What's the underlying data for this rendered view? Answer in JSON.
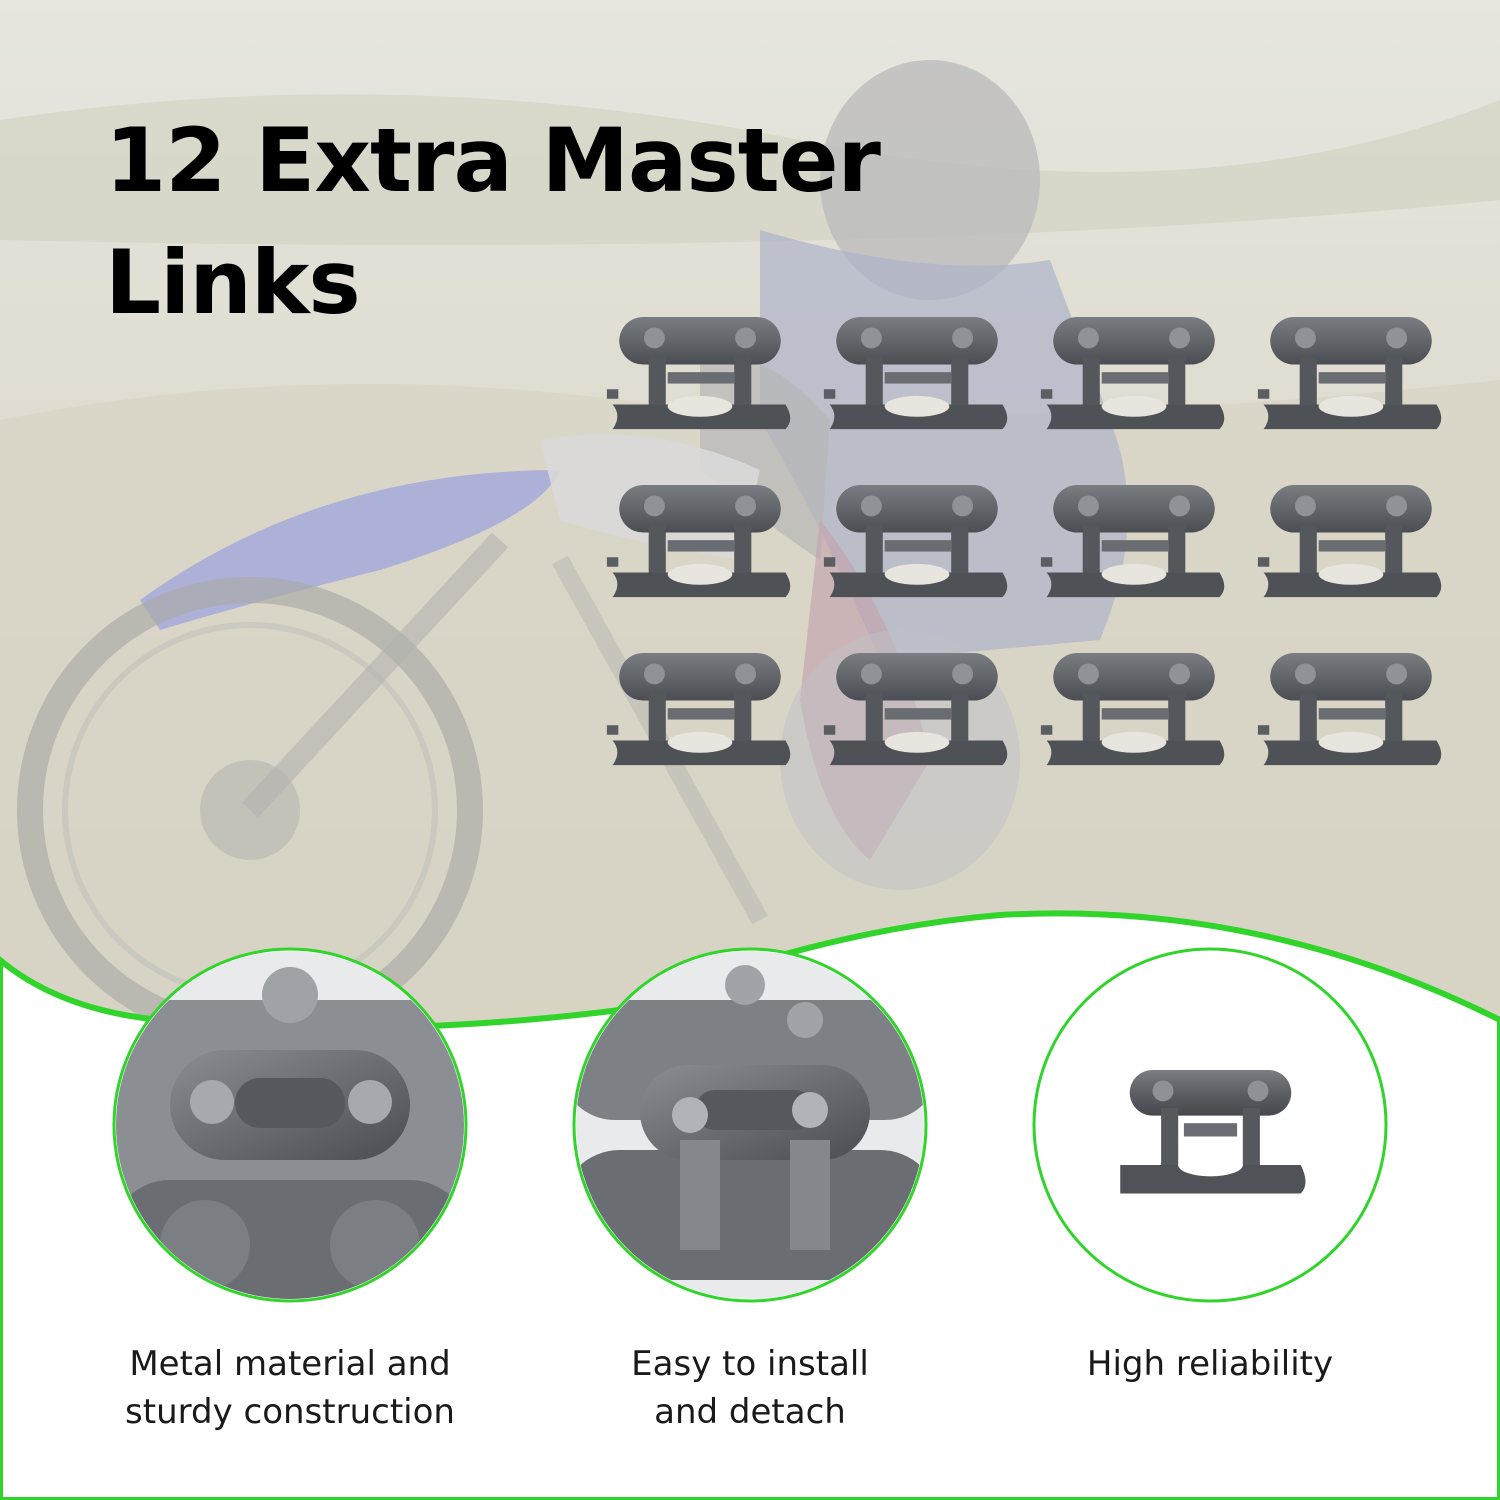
{
  "headline": {
    "line1": "12 Extra Master",
    "line2": "Links"
  },
  "master_links": {
    "count": 12,
    "rows": 3,
    "columns": 4,
    "icon": "master-link-icon"
  },
  "features": [
    {
      "label_line1": "Metal material and",
      "label_line2": "sturdy construction",
      "icon": "chain-closeup-icon"
    },
    {
      "label_line1": "Easy to install",
      "label_line2": "and detach",
      "icon": "chain-clip-closeup-icon"
    },
    {
      "label_line1": "High reliability",
      "label_line2": "",
      "icon": "master-link-icon"
    }
  ],
  "colors": {
    "accent_green": "#31d42a",
    "metal": "#5c5f63",
    "text": "#000000"
  }
}
